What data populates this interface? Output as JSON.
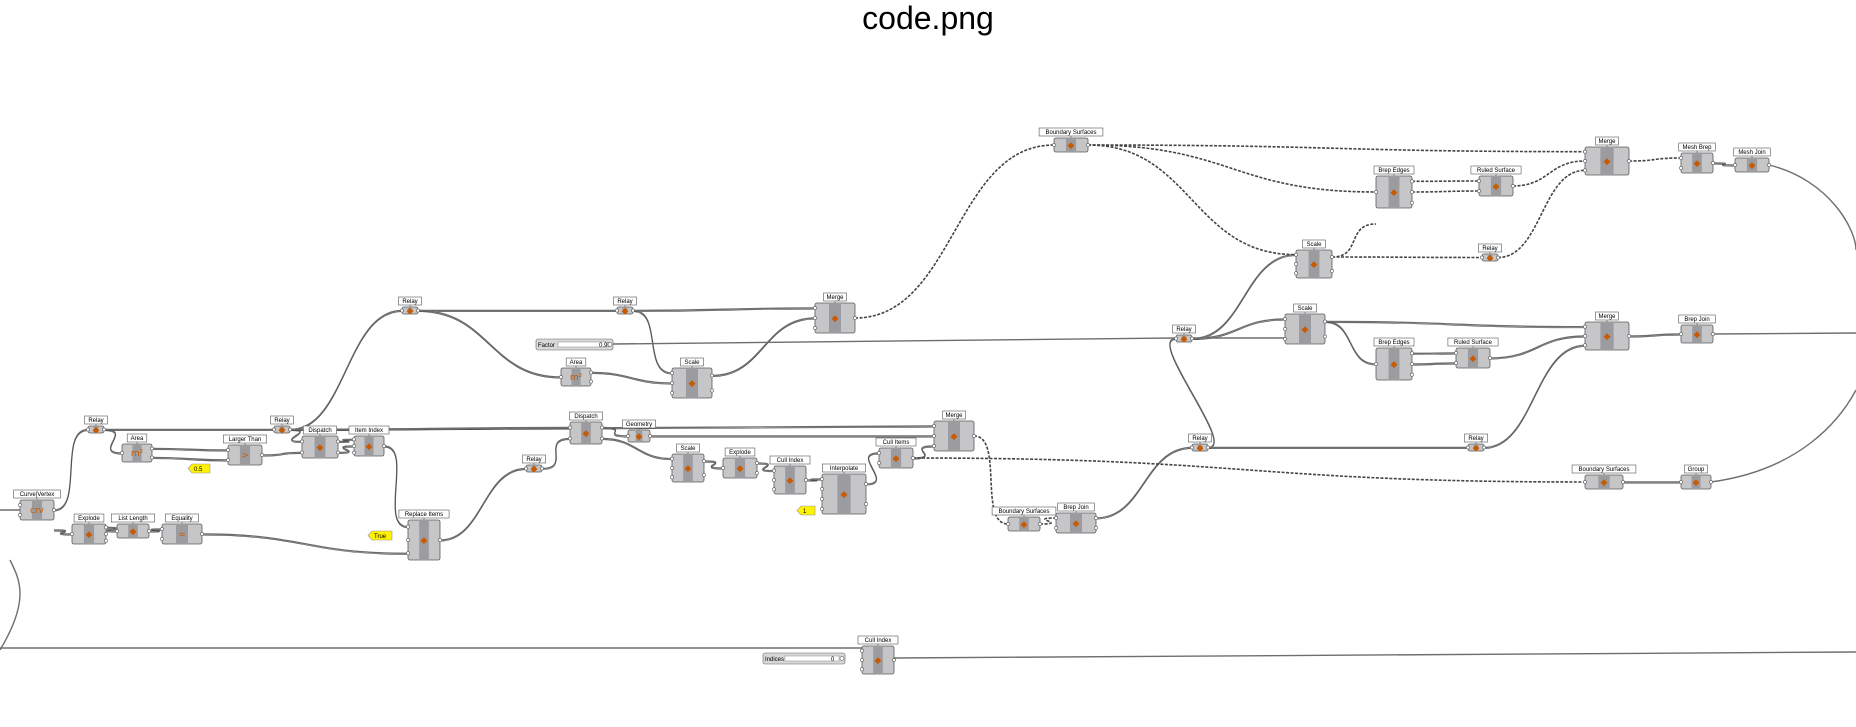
{
  "title": "code.png",
  "nodes": [
    {
      "id": "curves",
      "label": "Curve|Vertex",
      "icon": "crv"
    },
    {
      "id": "relay1",
      "label": "Relay"
    },
    {
      "id": "area1",
      "label": "Area",
      "icon": "m²"
    },
    {
      "id": "larger",
      "label": "Larger Than",
      "icon": ">"
    },
    {
      "id": "relay2",
      "label": "Relay"
    },
    {
      "id": "dispatch1",
      "label": "Dispatch"
    },
    {
      "id": "itemindex",
      "label": "Item Index"
    },
    {
      "id": "explode1",
      "label": "Explode"
    },
    {
      "id": "listlength",
      "label": "List Length"
    },
    {
      "id": "equality",
      "label": "Equality",
      "icon": "="
    },
    {
      "id": "replaceitems",
      "label": "Replace Items"
    },
    {
      "id": "relay3",
      "label": "Relay"
    },
    {
      "id": "relay4",
      "label": "Relay"
    },
    {
      "id": "merge1",
      "label": "Merge"
    },
    {
      "id": "area2",
      "label": "Area",
      "icon": "m²"
    },
    {
      "id": "scale1",
      "label": "Scale"
    },
    {
      "id": "dispatch2",
      "label": "Dispatch"
    },
    {
      "id": "geometry",
      "label": "Geometry"
    },
    {
      "id": "relay5",
      "label": "Relay"
    },
    {
      "id": "scale2",
      "label": "Scale"
    },
    {
      "id": "explode2",
      "label": "Explode"
    },
    {
      "id": "cullindex1",
      "label": "Cull Index"
    },
    {
      "id": "interpolate",
      "label": "Interpolate"
    },
    {
      "id": "cullitems",
      "label": "Cull Items"
    },
    {
      "id": "merge2",
      "label": "Merge"
    },
    {
      "id": "boundary1",
      "label": "Boundary Surfaces"
    },
    {
      "id": "brepjoin1",
      "label": "Brep Join"
    },
    {
      "id": "boundary2",
      "label": "Boundary Surfaces"
    },
    {
      "id": "brepedges1",
      "label": "Brep Edges"
    },
    {
      "id": "ruled1",
      "label": "Ruled Surface"
    },
    {
      "id": "scale3",
      "label": "Scale"
    },
    {
      "id": "relay6",
      "label": "Relay"
    },
    {
      "id": "merge3",
      "label": "Merge"
    },
    {
      "id": "meshbrep",
      "label": "Mesh Brep"
    },
    {
      "id": "meshjoin",
      "label": "Mesh Join"
    },
    {
      "id": "relay7",
      "label": "Relay"
    },
    {
      "id": "scale4",
      "label": "Scale"
    },
    {
      "id": "brepedges2",
      "label": "Brep Edges"
    },
    {
      "id": "ruled2",
      "label": "Ruled Surface"
    },
    {
      "id": "merge4",
      "label": "Merge"
    },
    {
      "id": "brepjoin2",
      "label": "Brep Join"
    },
    {
      "id": "relay8",
      "label": "Relay"
    },
    {
      "id": "relay9",
      "label": "Relay"
    },
    {
      "id": "boundary3",
      "label": "Boundary Surfaces"
    },
    {
      "id": "group",
      "label": "Group"
    },
    {
      "id": "cullindex2",
      "label": "Cull Index"
    }
  ],
  "sliders": [
    {
      "id": "factor",
      "label": "Factor",
      "value": "0.97"
    },
    {
      "id": "indices",
      "label": "Indices",
      "value": "0"
    }
  ],
  "panels": [
    {
      "id": "panel1",
      "value": "0.5"
    },
    {
      "id": "panel2",
      "value": "True"
    },
    {
      "id": "panel3",
      "value": "1"
    }
  ]
}
